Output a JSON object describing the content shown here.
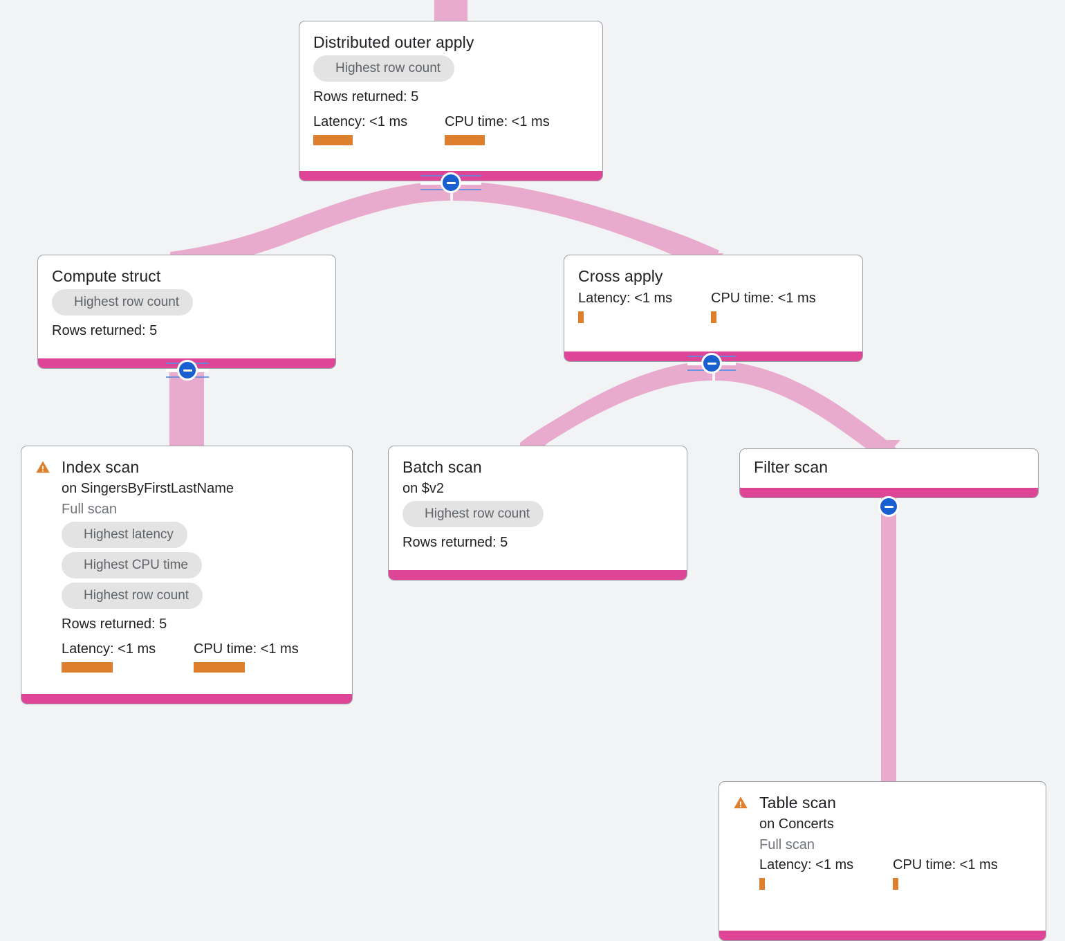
{
  "canvas": {
    "background": "#f1f3f4",
    "edge_color": "#e8abcd",
    "node_bottom_bar_color": "#de4596",
    "metric_bar_color": "#dd7f2c",
    "badge_bg_color": "#e3e3e3",
    "badge_text_color": "#5f6368",
    "collapse_button_color": "#1a5fd0",
    "warning_icon_color": "#dd7f2c"
  },
  "labels": {
    "rows_returned_prefix": "Rows returned: ",
    "latency_prefix": "Latency: ",
    "cpu_prefix": "CPU time: ",
    "full_scan": "Full scan",
    "badge_highest_row_count": "Highest row count",
    "badge_highest_latency": "Highest latency",
    "badge_highest_cpu_time": "Highest CPU time"
  },
  "nodes": [
    {
      "id": "distributed-outer-apply",
      "title": "Distributed outer apply",
      "subtitle": null,
      "full_scan": null,
      "badges": [
        "Highest row count"
      ],
      "rows_returned": "Rows returned: 5",
      "latency": "Latency: <1 ms",
      "cpu_time": "CPU time: <1 ms",
      "warning": false,
      "collapsed": false,
      "has_collapse": true
    },
    {
      "id": "compute-struct",
      "title": "Compute struct",
      "subtitle": null,
      "full_scan": null,
      "badges": [
        "Highest row count"
      ],
      "rows_returned": "Rows returned: 5",
      "latency": null,
      "cpu_time": null,
      "warning": false,
      "collapsed": false,
      "has_collapse": true
    },
    {
      "id": "cross-apply",
      "title": "Cross apply",
      "subtitle": null,
      "full_scan": null,
      "badges": [],
      "rows_returned": null,
      "latency": "Latency: <1 ms",
      "cpu_time": "CPU time: <1 ms",
      "warning": false,
      "collapsed": false,
      "has_collapse": true
    },
    {
      "id": "index-scan",
      "title": "Index scan",
      "subtitle": "on SingersByFirstLastName",
      "full_scan": "Full scan",
      "badges": [
        "Highest latency",
        "Highest CPU time",
        "Highest row count"
      ],
      "rows_returned": "Rows returned: 5",
      "latency": "Latency: <1 ms",
      "cpu_time": "CPU time: <1 ms",
      "warning": true,
      "collapsed": false,
      "has_collapse": false
    },
    {
      "id": "batch-scan",
      "title": "Batch scan",
      "subtitle": "on $v2",
      "full_scan": null,
      "badges": [
        "Highest row count"
      ],
      "rows_returned": "Rows returned: 5",
      "latency": null,
      "cpu_time": null,
      "warning": false,
      "collapsed": false,
      "has_collapse": false
    },
    {
      "id": "filter-scan",
      "title": "Filter scan",
      "subtitle": null,
      "full_scan": null,
      "badges": [],
      "rows_returned": null,
      "latency": null,
      "cpu_time": null,
      "warning": false,
      "collapsed": false,
      "has_collapse": true
    },
    {
      "id": "table-scan",
      "title": "Table scan",
      "subtitle": "on Concerts",
      "full_scan": "Full scan",
      "badges": [],
      "rows_returned": null,
      "latency": "Latency: <1 ms",
      "cpu_time": "CPU time: <1 ms",
      "warning": true,
      "collapsed": false,
      "has_collapse": false
    }
  ],
  "edges": [
    {
      "from": "root-stub",
      "to": "distributed-outer-apply"
    },
    {
      "from": "distributed-outer-apply",
      "to": "compute-struct"
    },
    {
      "from": "distributed-outer-apply",
      "to": "cross-apply"
    },
    {
      "from": "compute-struct",
      "to": "index-scan"
    },
    {
      "from": "cross-apply",
      "to": "batch-scan"
    },
    {
      "from": "cross-apply",
      "to": "filter-scan"
    },
    {
      "from": "filter-scan",
      "to": "table-scan"
    }
  ]
}
